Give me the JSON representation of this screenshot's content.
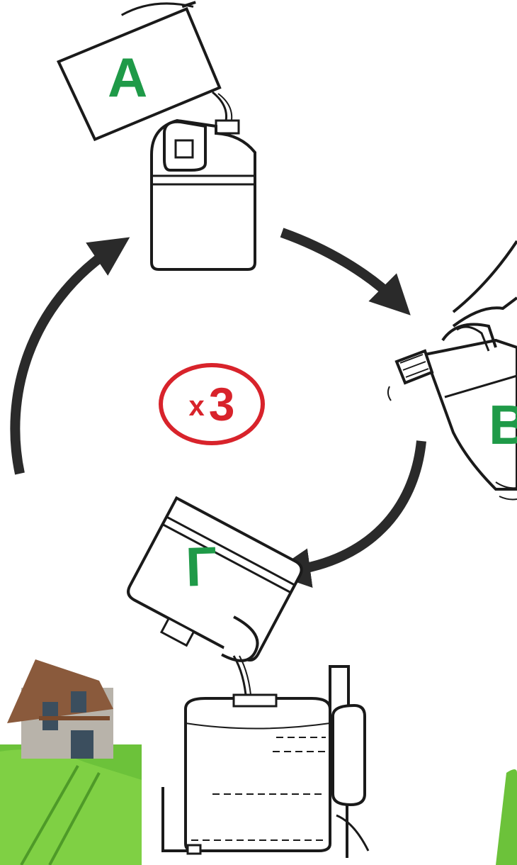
{
  "steps": {
    "a": "А",
    "b": "В",
    "g": "Г"
  },
  "repeat": {
    "prefix": "x",
    "count": "3"
  },
  "colors": {
    "step_label": "#1f9a48",
    "repeat_badge": "#d8232b",
    "grass": "#6cc23a"
  },
  "icons": [
    "bucket-icon",
    "canister-icon",
    "shaking-canister-icon",
    "pouring-canister-icon",
    "backpack-sprayer-icon",
    "cycle-arrow-icon",
    "house-photo"
  ]
}
